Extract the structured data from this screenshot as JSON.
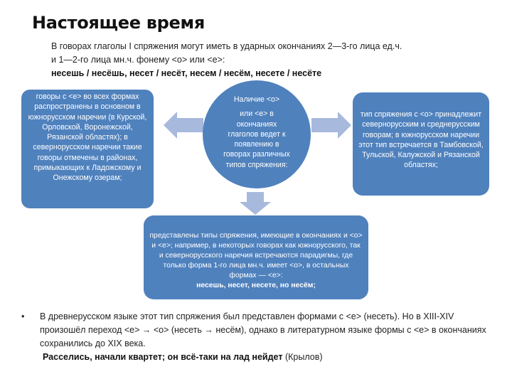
{
  "slide": {
    "title": "Настоящее время",
    "intro": {
      "line1": "В говорах глаголы I спряжения могут иметь в ударных окончаниях 2—3-го лица ед.ч.",
      "line2": "и 1—2-го лица мн.ч. фонему <о> или <е>:",
      "examples": "несешь / несёшь, несет / несёт, несем / несём, несете / несёте"
    },
    "diagram": {
      "center_circle": {
        "line1": "Наличие <о>",
        "line2": "или <е> в окончаниях глаголов ведет к появлению в говорах различных типов спряжения:"
      },
      "left_box": {
        "text": "говоры с <е> во всех формах распространены в основном в южнорусском наречии (в Курской, Орловской, Воронежской, Рязанской областях); в севернорусском наречии такие говоры отмечены в районах, примыкающих к Ладожскому и Онежскому озерам;"
      },
      "right_box": {
        "text": "тип спряжения с <о> принадлежит севернорусским и среднерусским говорам; в южнорусском наречии этот тип встречается в Тамбовской, Тульской, Калужской и Рязанской областях;"
      },
      "bottom_box": {
        "text": "представлены типы спряжения, имеющие в окончаниях и <о> и <е>; например, в некоторых говорах как южнорусского, так и севернорусского наречия встречаются парадигмы, где только форма 1-го лица мн.ч. имеет <о>, в остальных формах — <е>:",
        "examples": "несешь, несет, несете, но несём;"
      },
      "colors": {
        "shape_fill": "#4f81bd",
        "arrow_fill": "#a7b9dc",
        "text": "#ffffff"
      }
    },
    "bullet": {
      "marker": "•",
      "text": "В древнерусском языке этот тип спряжения был представлен формами с <е> (несеть). Но в XIII-XIV произошёл переход <е> → <о> (несеть → несём), однако в литературном языке формы с <е> в окончаниях сохранились до XIX века.",
      "quote_bold": "Расселись, начали квартет; он всё-таки на лад нейдет",
      "quote_author": "(Крылов)"
    }
  }
}
